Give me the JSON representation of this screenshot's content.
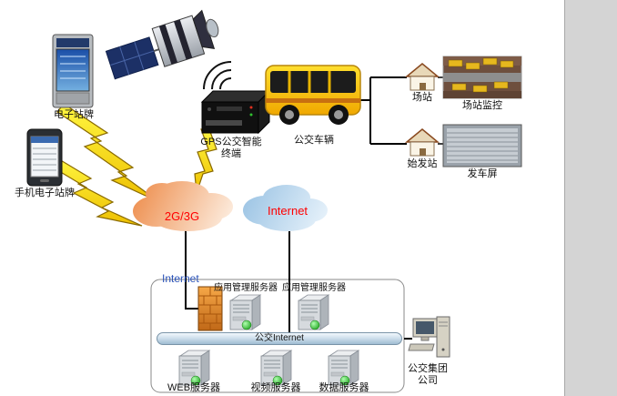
{
  "diagram": {
    "devices": {
      "kiosk": {
        "label": "电子站牌"
      },
      "phone": {
        "label": "手机电子站牌"
      },
      "gps_terminal": {
        "label": "GPS公交智能终端"
      },
      "bus": {
        "label": "公交车辆"
      },
      "station": {
        "label": "场站"
      },
      "station_monitor": {
        "label": "场站监控"
      },
      "origin_station": {
        "label": "始发站"
      },
      "departure_screen": {
        "label": "发车屏"
      }
    },
    "networks": {
      "cellular": {
        "label": "2G/3G",
        "text_color": "#ff0000",
        "cloud_color": "#f09a5c"
      },
      "internet": {
        "label": "Internet",
        "text_color": "#ff0000",
        "cloud_color": "#9cc4e4"
      }
    },
    "datacenter": {
      "internet_entry_label": "Internet",
      "backbone_label": "公交Internet",
      "servers": {
        "app1": {
          "label": "应用管理服务器"
        },
        "app2": {
          "label": "应用管理服务器"
        },
        "web": {
          "label": "WEB服务器"
        },
        "video": {
          "label": "视频服务器"
        },
        "data": {
          "label": "数据服务器"
        }
      }
    },
    "company": {
      "label": "公交集团公司"
    },
    "colors": {
      "lightning": "#ffe609",
      "bus_yellow": "#ffd714",
      "firewall_orange": "#f49a3c",
      "entry_text_blue": "#2a52b8",
      "line_black": "#000000"
    }
  }
}
